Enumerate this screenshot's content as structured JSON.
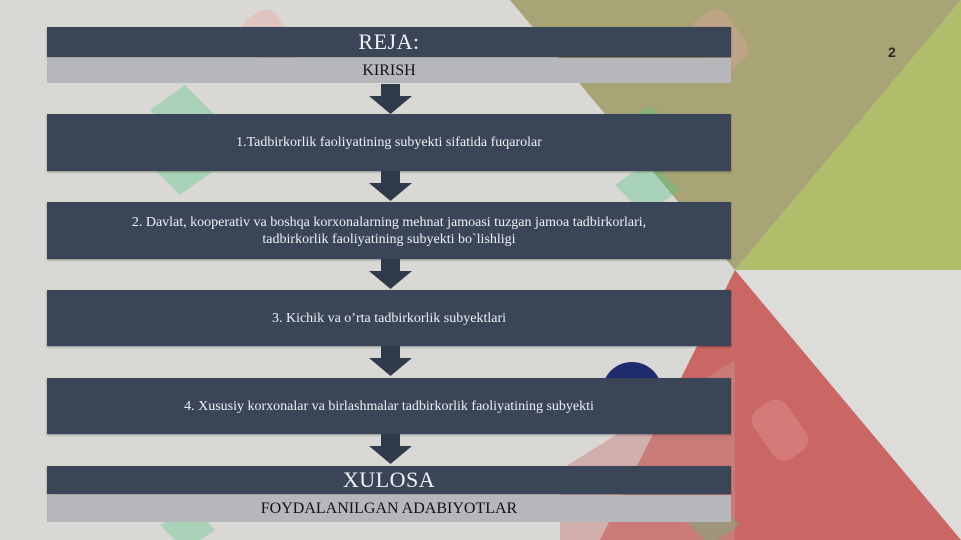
{
  "slide": {
    "page_number": "2",
    "title": "REJA:",
    "intro": "KIRISH",
    "steps": [
      "1.Tadbirkorlik faoliyatining subyekti sifatida fuqarolar",
      "2. Davlat, kooperativ va boshqa korxonalarning mehnat jamoasi tuzgan jamoa tadbirkorlari, tadbirkorlik faoliyatining subyekti bo`lishligi",
      "3. Kichik va o’rta tadbirkorlik subyektlari",
      "4. Xususiy korxonalar va birlashmalar tadbirkorlik faoliyatining subyekti"
    ],
    "conclusion": "XULOSA",
    "references": "FOYDALANILGAN ADABIYOTLAR"
  },
  "colors": {
    "bar": "#3a4658",
    "band": "#b6b7ba",
    "arrow": "#2f3a4b",
    "olive": "#a3a06c",
    "green": "#a9b55e",
    "red": "#c9625f",
    "navy": "#1d2a6b",
    "watermark": "#49c77f"
  }
}
